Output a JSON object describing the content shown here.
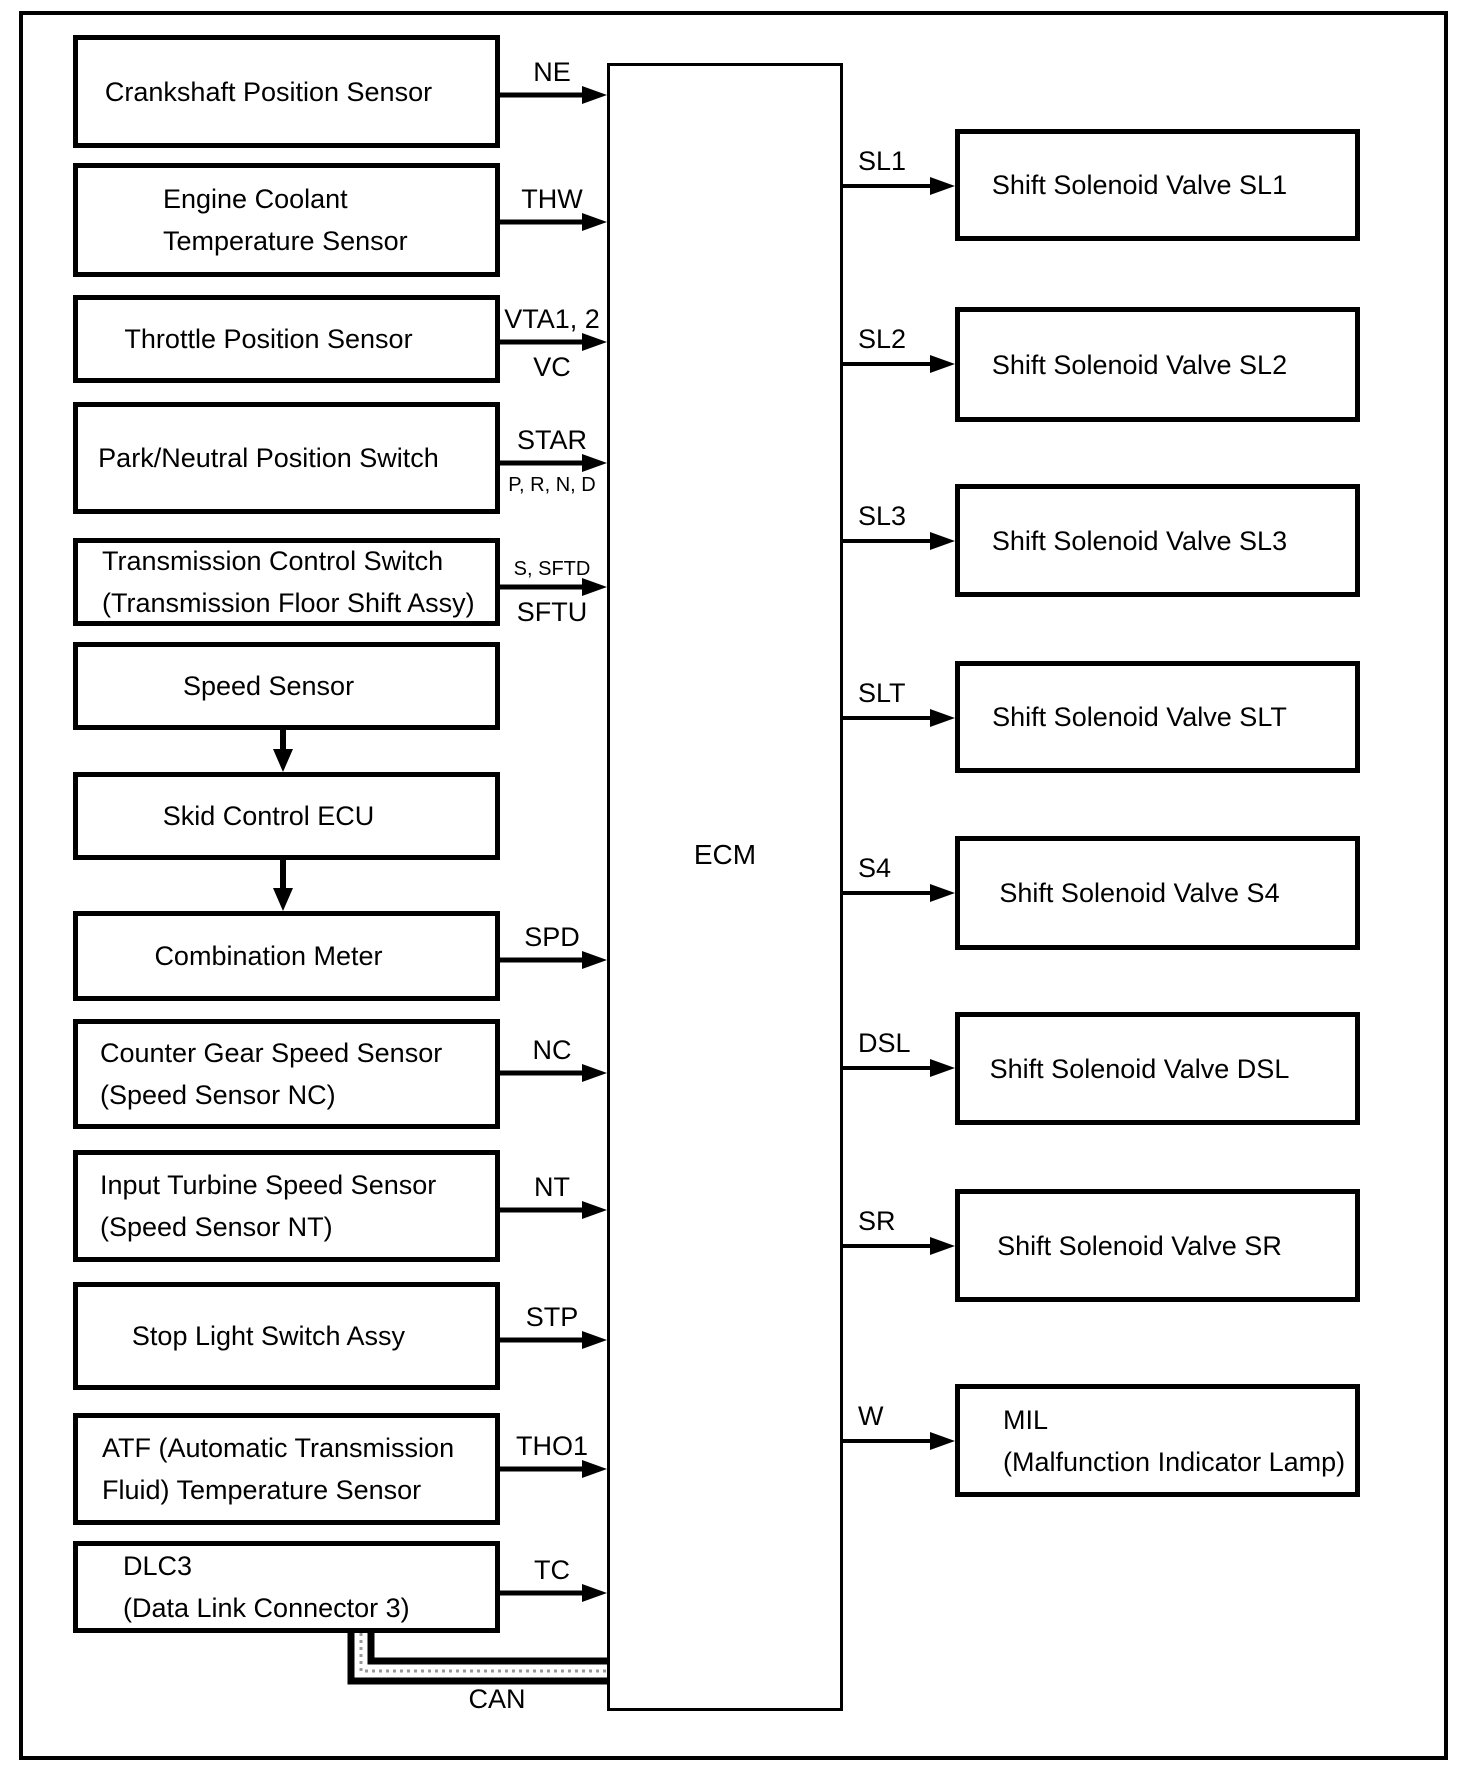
{
  "ecm": {
    "label": "ECM"
  },
  "left_boxes": [
    {
      "lines": [
        "Crankshaft Position Sensor"
      ]
    },
    {
      "lines": [
        "Engine Coolant",
        "Temperature Sensor"
      ]
    },
    {
      "lines": [
        "Throttle Position Sensor"
      ]
    },
    {
      "lines": [
        "Park/Neutral Position Switch"
      ]
    },
    {
      "lines": [
        "Transmission Control Switch",
        "(Transmission Floor Shift Assy)"
      ]
    },
    {
      "lines": [
        "Speed Sensor"
      ]
    },
    {
      "lines": [
        "Skid Control ECU"
      ]
    },
    {
      "lines": [
        "Combination Meter"
      ]
    },
    {
      "lines": [
        "Counter Gear Speed Sensor",
        "(Speed Sensor NC)"
      ]
    },
    {
      "lines": [
        "Input Turbine Speed Sensor",
        "(Speed Sensor NT)"
      ]
    },
    {
      "lines": [
        "Stop Light Switch Assy"
      ]
    },
    {
      "lines": [
        "ATF (Automatic Transmission",
        "Fluid) Temperature Sensor"
      ]
    },
    {
      "lines": [
        "DLC3",
        "(Data Link Connector 3)"
      ]
    }
  ],
  "right_boxes": [
    {
      "lines": [
        "Shift Solenoid Valve SL1"
      ]
    },
    {
      "lines": [
        "Shift Solenoid Valve SL2"
      ]
    },
    {
      "lines": [
        "Shift Solenoid Valve SL3"
      ]
    },
    {
      "lines": [
        "Shift Solenoid Valve SLT"
      ]
    },
    {
      "lines": [
        "Shift Solenoid Valve S4"
      ]
    },
    {
      "lines": [
        "Shift Solenoid Valve DSL"
      ]
    },
    {
      "lines": [
        "Shift Solenoid Valve SR"
      ]
    },
    {
      "lines": [
        "MIL",
        "(Malfunction Indicator Lamp)"
      ]
    }
  ],
  "left_signals": [
    {
      "above": "NE",
      "below": ""
    },
    {
      "above": "THW",
      "below": ""
    },
    {
      "above": "VTA1, 2",
      "below": "VC"
    },
    {
      "above": "STAR",
      "below": "P, R, N, D"
    },
    {
      "above": "S, SFTD",
      "below": "SFTU"
    },
    {
      "above": "SPD",
      "below": ""
    },
    {
      "above": "NC",
      "below": ""
    },
    {
      "above": "NT",
      "below": ""
    },
    {
      "above": "STP",
      "below": ""
    },
    {
      "above": "THO1",
      "below": ""
    },
    {
      "above": "TC",
      "below": ""
    }
  ],
  "right_signals": [
    {
      "label": "SL1"
    },
    {
      "label": "SL2"
    },
    {
      "label": "SL3"
    },
    {
      "label": "SLT"
    },
    {
      "label": "S4"
    },
    {
      "label": "DSL"
    },
    {
      "label": "SR"
    },
    {
      "label": "W"
    }
  ],
  "bus": {
    "label": "CAN"
  },
  "colors": {
    "line": "#000000",
    "background": "#ffffff",
    "bus_core": "#999999"
  }
}
